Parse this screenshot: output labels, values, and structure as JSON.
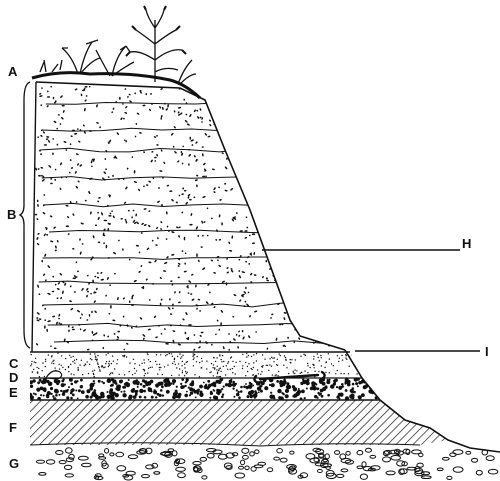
{
  "labels": {
    "a": "A",
    "b": "B",
    "c": "C",
    "d": "D",
    "e": "E",
    "f": "F",
    "g": "G",
    "h": "H",
    "i": "I"
  },
  "colors": {
    "ink": "#111111",
    "paper": "#ffffff"
  }
}
